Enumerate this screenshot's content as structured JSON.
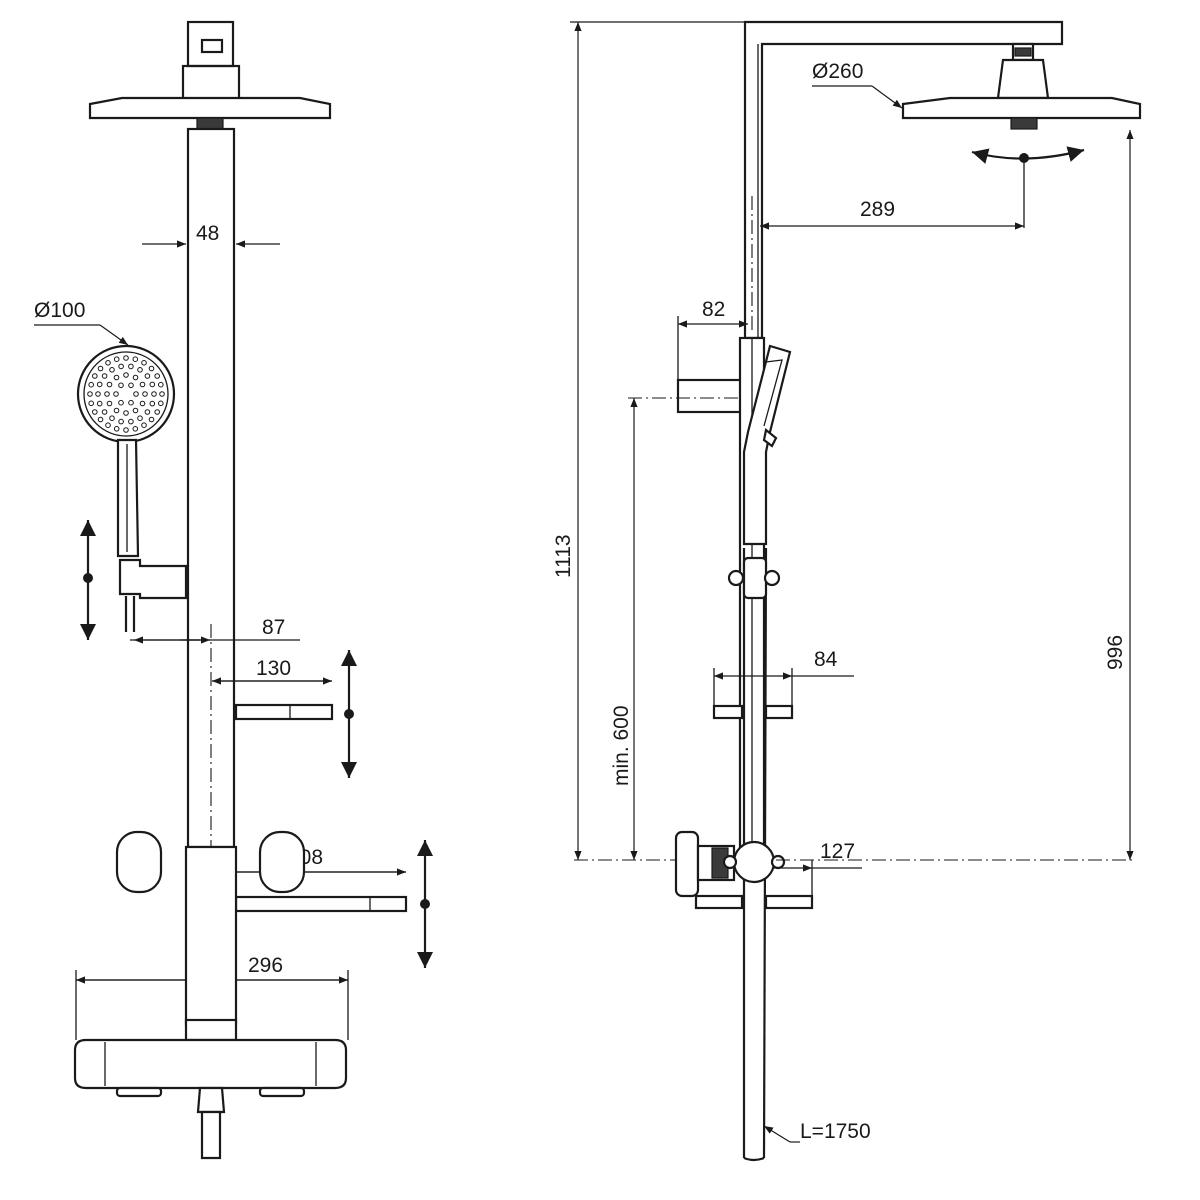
{
  "dimensions": {
    "front": {
      "pipe_width": "48",
      "hand_shower_diameter": "Ø100",
      "holder_offset": "87",
      "small_shelf_width": "130",
      "large_shelf_width": "208",
      "overall_width": "296"
    },
    "side": {
      "head_diameter": "Ø260",
      "arm_reach": "289",
      "valve_projection": "82",
      "small_shelf_depth": "84",
      "large_shelf_depth": "127",
      "total_height": "1113",
      "min_height": "min. 600",
      "head_height": "996",
      "hose_length": "L=1750"
    }
  }
}
